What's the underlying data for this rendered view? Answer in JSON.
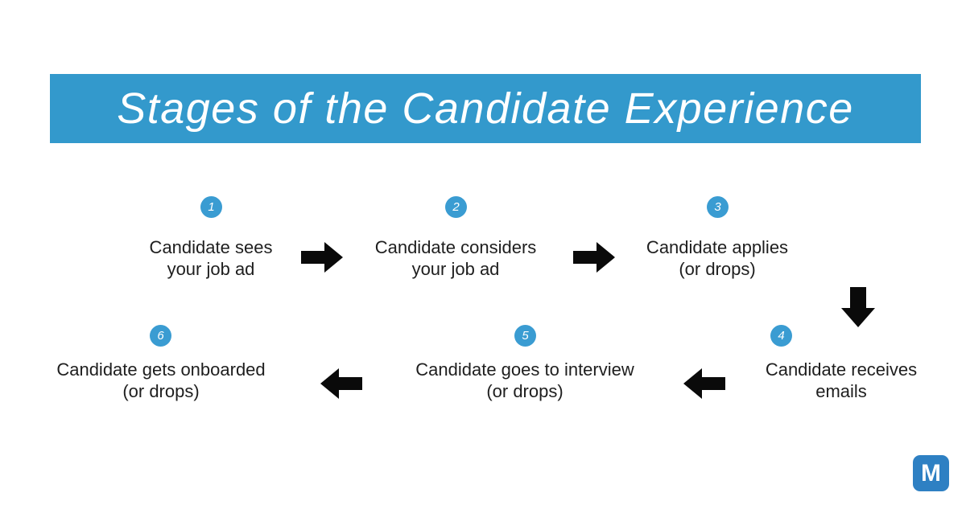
{
  "title": "Stages of the Candidate Experience",
  "steps": [
    {
      "number": "1",
      "line1": "Candidate sees",
      "line2": "your job ad"
    },
    {
      "number": "2",
      "line1": "Candidate considers",
      "line2": "your job ad"
    },
    {
      "number": "3",
      "line1": "Candidate applies",
      "line2": "(or drops)"
    },
    {
      "number": "4",
      "line1": "Candidate receives",
      "line2": "emails"
    },
    {
      "number": "5",
      "line1": "Candidate goes to interview",
      "line2": "(or drops)"
    },
    {
      "number": "6",
      "line1": "Candidate gets onboarded",
      "line2": "(or drops)"
    }
  ],
  "flow_icons": [
    "arrow-right",
    "arrow-right",
    "arrow-down",
    "arrow-left",
    "arrow-left"
  ],
  "logo": {
    "letter": "M"
  },
  "colors": {
    "banner": "#3399cc",
    "badge": "#3a9cd2",
    "logo": "#2e80c3",
    "arrow": "#0a0a0a",
    "text": "#1e1e1e",
    "title_text": "#ffffff",
    "background": "#ffffff"
  }
}
